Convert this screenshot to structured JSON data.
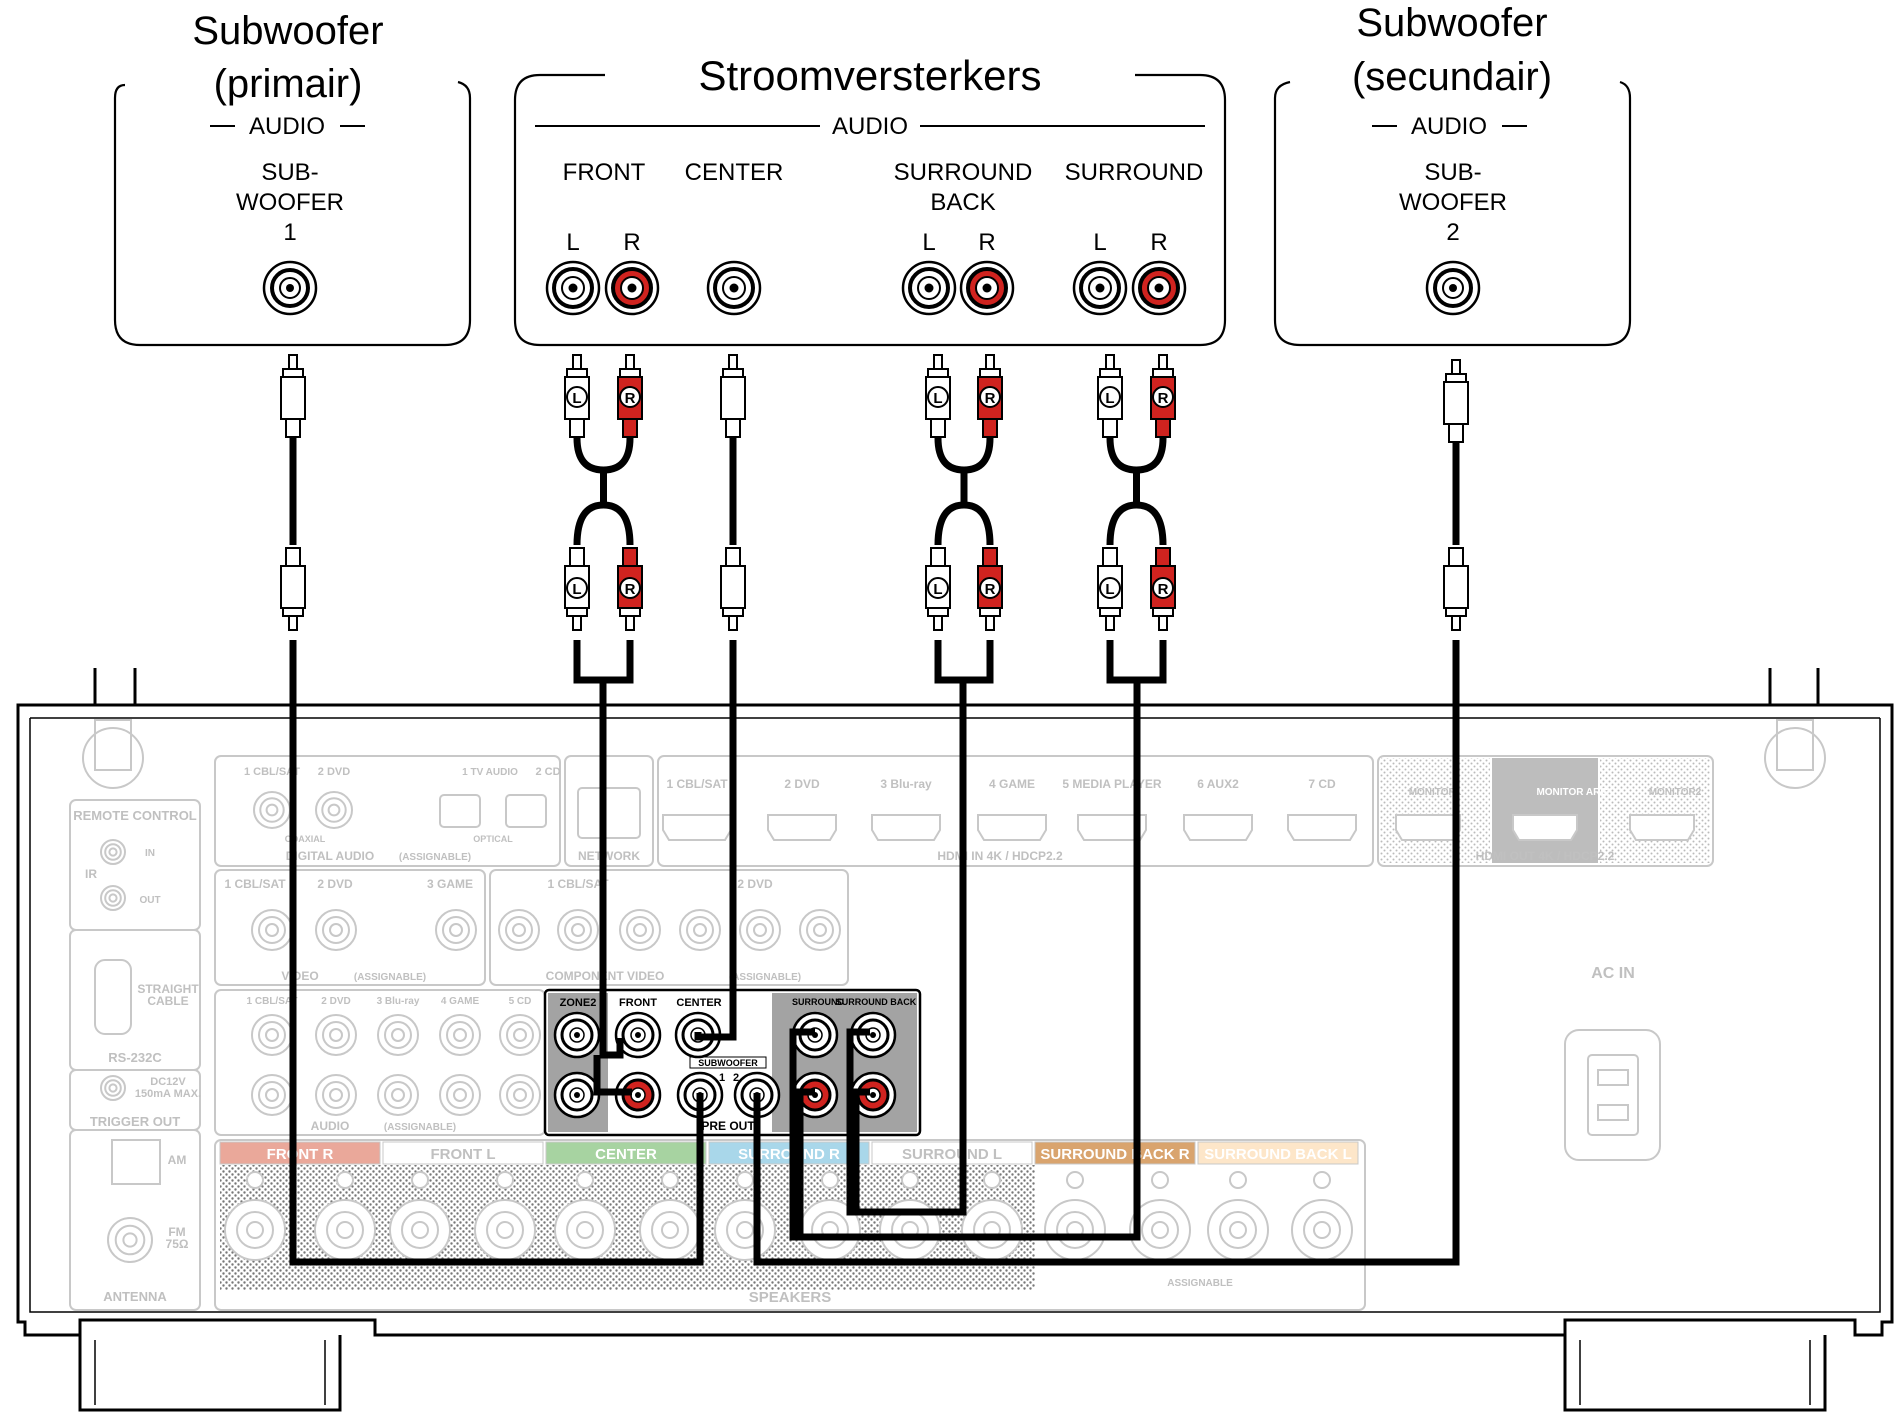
{
  "boxes": {
    "sub1": {
      "title_line1": "Subwoofer",
      "title_line2": "(primair)",
      "audio": "AUDIO",
      "jack_line1": "SUB-",
      "jack_line2": "WOOFER",
      "jack_line3": "1"
    },
    "amps": {
      "title": "Stroomversterkers",
      "audio": "AUDIO",
      "front": "FRONT",
      "center": "CENTER",
      "sb_line1": "SURROUND",
      "sb_line2": "BACK",
      "surround": "SURROUND",
      "l": "L",
      "r": "R"
    },
    "sub2": {
      "title_line1": "Subwoofer",
      "title_line2": "(secundair)",
      "audio": "AUDIO",
      "jack_line1": "SUB-",
      "jack_line2": "WOOFER",
      "jack_line3": "2"
    }
  },
  "plugs": {
    "l": "L",
    "r": "R"
  },
  "receiver": {
    "remote_control": "REMOTE CONTROL",
    "ir": "IR",
    "in": "IN",
    "out": "OUT",
    "straight_cable_1": "STRAIGHT",
    "straight_cable_2": "CABLE",
    "rs232c": "RS-232C",
    "dc12v_1": "DC12V",
    "dc12v_2": "150mA MAX.",
    "trigger_out": "TRIGGER OUT",
    "am": "AM",
    "fm_1": "FM",
    "fm_2": "75Ω",
    "antenna": "ANTENNA",
    "digital_audio_inputs": [
      "1 CBL/SAT",
      "2 DVD",
      "1 TV AUDIO",
      "2 CD"
    ],
    "coaxial": "COAXIAL",
    "optical": "OPTICAL",
    "digital_audio": "DIGITAL AUDIO",
    "assignable": "(ASSIGNABLE)",
    "network": "NETWORK",
    "hdmi_inputs": [
      "1 CBL/SAT",
      "2 DVD",
      "3 Blu-ray",
      "4 GAME",
      "5 MEDIA PLAYER",
      "6 AUX2",
      "7 CD"
    ],
    "hdmi_in": "HDMI IN 4K / HDCP2.2",
    "monitor1": "MONITOR1",
    "monitor_arc": "MONITOR ARC",
    "monitor2": "MONITOR2",
    "hdmi_out": "HDMI OUT 4K / HDCP2.2",
    "video_inputs": [
      "1 CBL/SAT",
      "2 DVD",
      "3 GAME"
    ],
    "video": "VIDEO",
    "component_inputs": [
      "1 CBL/SAT",
      "2 DVD"
    ],
    "component_video": "COMPONENT VIDEO",
    "analog_inputs": [
      "1 CBL/SAT",
      "2 DVD",
      "3 Blu-ray",
      "4 GAME",
      "5 CD"
    ],
    "audio_in": "AUDIO",
    "pre_out_labels": {
      "zone2": "ZONE2",
      "front": "FRONT",
      "center": "CENTER",
      "surround": "SURROUND",
      "surround_back": "SURROUND BACK",
      "subwoofer": "SUBWOOFER",
      "sw1": "1",
      "sw2": "2",
      "pre_out": "PRE OUT"
    },
    "speaker_groups": [
      "FRONT R",
      "FRONT L",
      "CENTER",
      "SURROUND R",
      "SURROUND L",
      "SURROUND BACK R",
      "SURROUND BACK L"
    ],
    "speakers": "SPEAKERS",
    "assignable_small": "ASSIGNABLE",
    "ac_in": "AC IN"
  },
  "colors": {
    "cable": "#000000",
    "red": "#d0231f",
    "faded": "#c8c8c8",
    "front_r": "#eaa89a",
    "center": "#a7d3a1",
    "surround": "#a9d7ea",
    "surround_back": "#d9a46e"
  }
}
